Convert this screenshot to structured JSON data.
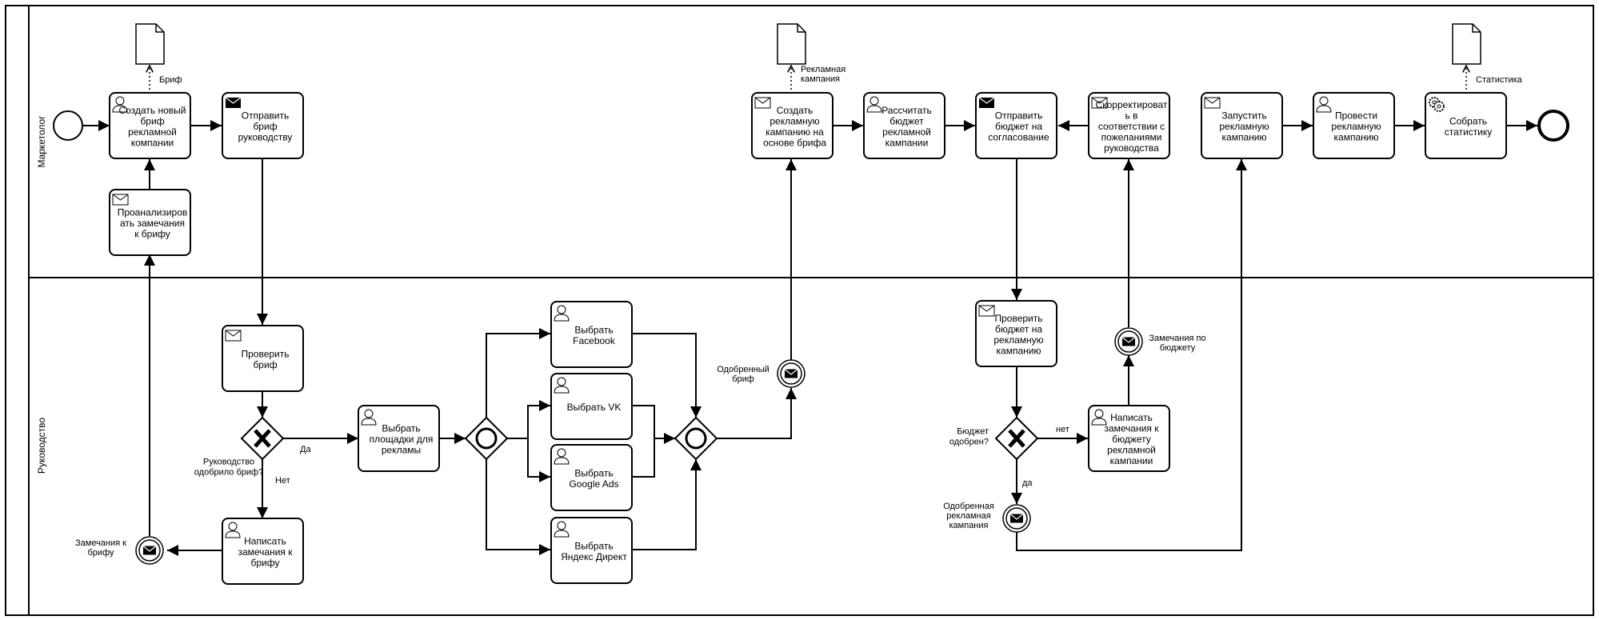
{
  "lanes": [
    {
      "id": "marketer",
      "label": "Маркетолог"
    },
    {
      "id": "management",
      "label": "Руководство"
    }
  ],
  "tasks": [
    {
      "id": "create_brief",
      "type": "user",
      "lines": [
        "Создать новый",
        "бриф",
        "рекламной",
        "компании"
      ]
    },
    {
      "id": "send_brief",
      "type": "send",
      "lines": [
        "Отправить",
        "бриф",
        "руководству"
      ]
    },
    {
      "id": "analyze_notes",
      "type": "receive",
      "lines": [
        "Проанализиров",
        "ать замечания",
        "к брифу"
      ]
    },
    {
      "id": "create_campaign",
      "type": "receive",
      "lines": [
        "Создать",
        "рекламную",
        "кампанию на",
        "основе брифа"
      ]
    },
    {
      "id": "calc_budget",
      "type": "user",
      "lines": [
        "Рассчитать",
        "бюджет",
        "рекламной",
        "кампании"
      ]
    },
    {
      "id": "send_budget",
      "type": "send",
      "lines": [
        "Отправить",
        "бюджет на",
        "согласование"
      ]
    },
    {
      "id": "adjust",
      "type": "receive",
      "lines": [
        "Скорректироват",
        "ь в",
        "соответствии с",
        "пожеланиями",
        "руководства"
      ]
    },
    {
      "id": "launch",
      "type": "receive",
      "lines": [
        "Запустить",
        "рекламную",
        "кампанию"
      ]
    },
    {
      "id": "run",
      "type": "user",
      "lines": [
        "Провести",
        "рекламную",
        "кампанию"
      ]
    },
    {
      "id": "collect",
      "type": "service",
      "lines": [
        "Собрать",
        "статистику"
      ]
    },
    {
      "id": "check_brief",
      "type": "receive",
      "lines": [
        "Проверить",
        "бриф"
      ]
    },
    {
      "id": "write_brief_notes",
      "type": "user",
      "lines": [
        "Написать",
        "замечания к",
        "брифу"
      ]
    },
    {
      "id": "choose_platforms",
      "type": "user",
      "lines": [
        "Выбрать",
        "площадки для",
        "рекламы"
      ]
    },
    {
      "id": "choose_fb",
      "type": "user",
      "lines": [
        "Выбрать",
        "Facebook"
      ]
    },
    {
      "id": "choose_vk",
      "type": "user",
      "lines": [
        "Выбрать VK"
      ]
    },
    {
      "id": "choose_google",
      "type": "user",
      "lines": [
        "Выбрать",
        "Google Ads"
      ]
    },
    {
      "id": "choose_yandex",
      "type": "user",
      "lines": [
        "Выбрать",
        "Яндекс Директ"
      ]
    },
    {
      "id": "check_budget",
      "type": "receive",
      "lines": [
        "Проверить",
        "бюджет на",
        "рекламную",
        "кампанию"
      ]
    },
    {
      "id": "write_budget_notes",
      "type": "user",
      "lines": [
        "Написать",
        "замечания к",
        "бюджету",
        "рекламной",
        "кампании"
      ]
    }
  ],
  "data_objects": [
    {
      "id": "brief_doc",
      "label": [
        "Бриф"
      ]
    },
    {
      "id": "campaign_doc",
      "label": [
        "Рекламная",
        "кампания"
      ]
    },
    {
      "id": "stats_doc",
      "label": [
        "Статистика"
      ]
    }
  ],
  "gateways": [
    {
      "id": "gw_brief",
      "kind": "exclusive",
      "label": [
        "Руководство",
        "одобрило бриф?"
      ]
    },
    {
      "id": "gw_split",
      "kind": "inclusive",
      "label": []
    },
    {
      "id": "gw_join",
      "kind": "inclusive",
      "label": []
    },
    {
      "id": "gw_budget",
      "kind": "exclusive",
      "label": [
        "Бюджет",
        "одобрен?"
      ]
    }
  ],
  "events": [
    {
      "id": "start",
      "kind": "start",
      "label": []
    },
    {
      "id": "end",
      "kind": "end",
      "label": []
    },
    {
      "id": "msg_brief_notes",
      "kind": "message-throw",
      "label": [
        "Замечания к",
        "брифу"
      ]
    },
    {
      "id": "msg_approved_brief",
      "kind": "message-throw",
      "label": [
        "Одобренный",
        "бриф"
      ]
    },
    {
      "id": "msg_budget_notes",
      "kind": "message-throw",
      "label": [
        "Замечания по",
        "бюджету"
      ]
    },
    {
      "id": "msg_approved_campaign",
      "kind": "message-throw",
      "label": [
        "Одобренная",
        "рекламная",
        "кампания"
      ]
    }
  ],
  "flow_labels": {
    "brief_yes": "Да",
    "brief_no": "Нет",
    "budget_no": "нет",
    "budget_yes": "да"
  }
}
